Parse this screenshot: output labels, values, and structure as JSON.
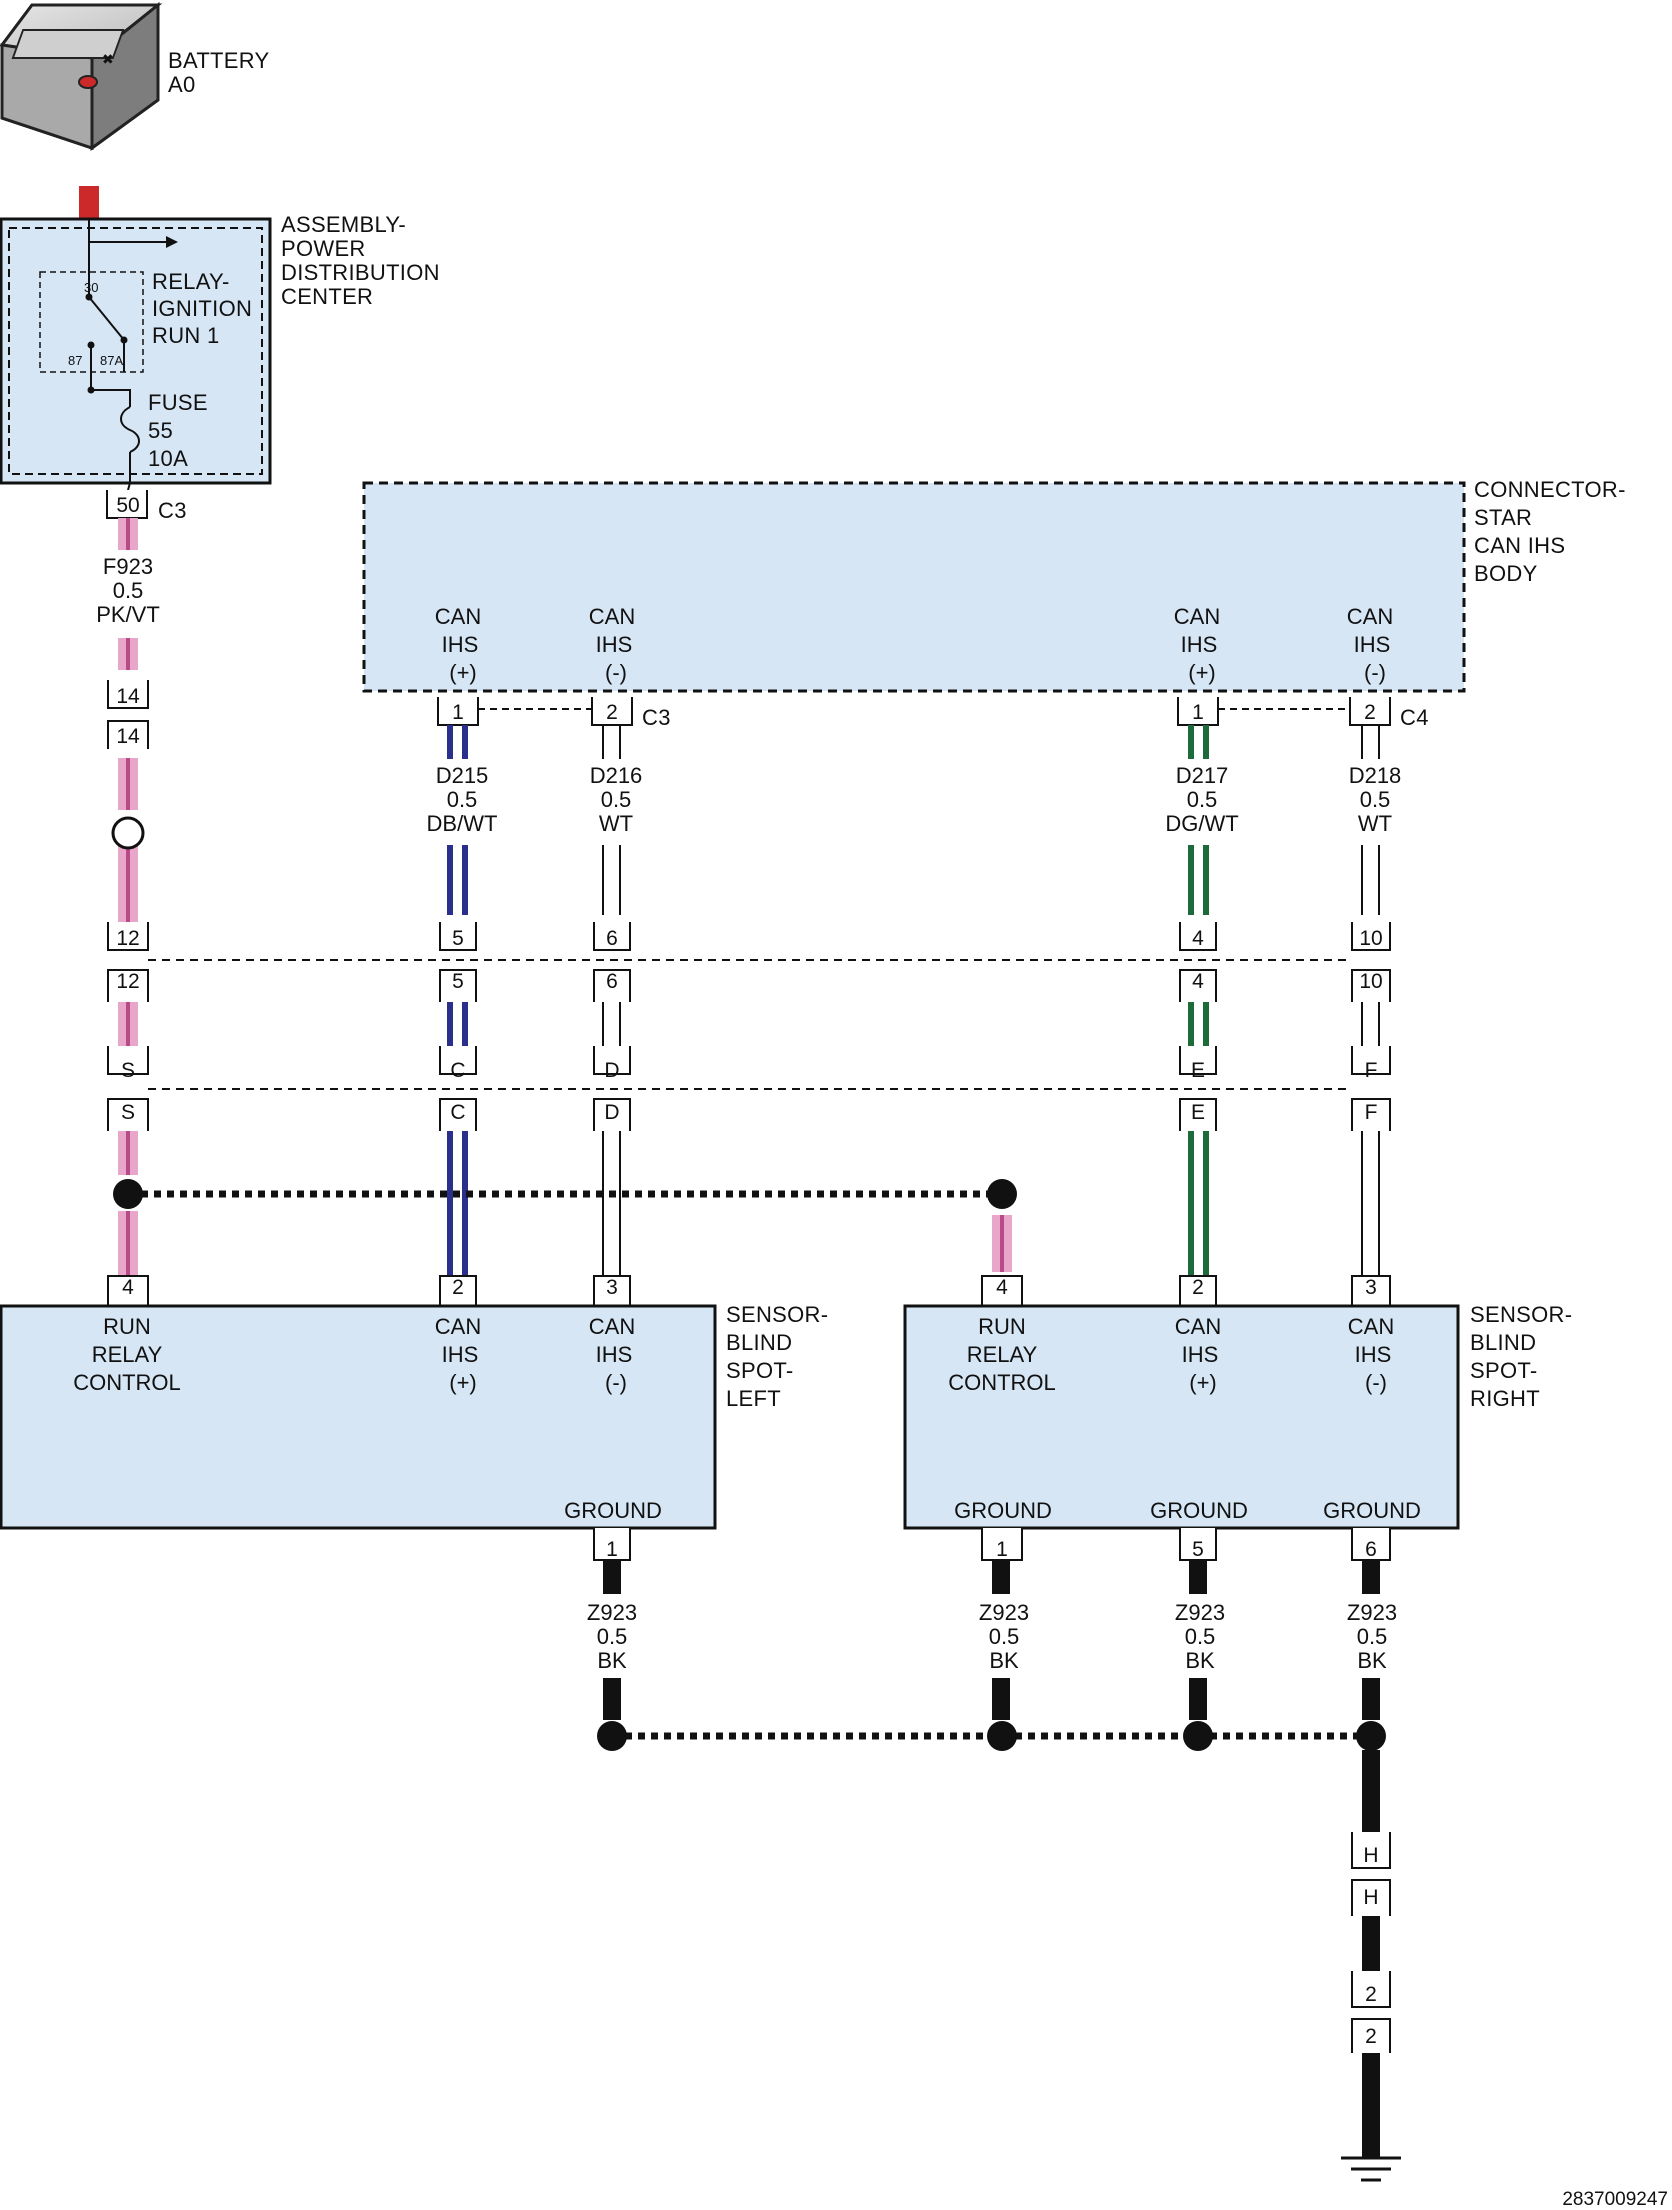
{
  "battery": {
    "name": "BATTERY",
    "code": "A0"
  },
  "pdc": {
    "title": [
      "ASSEMBLY-",
      "POWER",
      "DISTRIBUTION",
      "CENTER"
    ]
  },
  "relay": {
    "label": [
      "RELAY-",
      "IGNITION",
      "RUN 1"
    ],
    "pin30": "30",
    "pin87": "87",
    "pin87a": "87A"
  },
  "fuse": {
    "label": [
      "FUSE",
      "55",
      "10A"
    ]
  },
  "pdc_connector": {
    "pin": "50",
    "connector": "C3"
  },
  "wire_f923": {
    "circuit": "F923",
    "gauge": "0.5",
    "color": "PK/VT"
  },
  "star_connector": {
    "title": [
      "CONNECTOR-",
      "STAR",
      "CAN IHS",
      "BODY"
    ],
    "terminals": [
      {
        "label": [
          "CAN",
          "IHS",
          "(+)"
        ],
        "pin": "1"
      },
      {
        "label": [
          "CAN",
          "IHS",
          "(-)"
        ],
        "pin": "2"
      },
      {
        "label": [
          "CAN",
          "IHS",
          "(+)"
        ],
        "pin": "1"
      },
      {
        "label": [
          "CAN",
          "IHS",
          "(-)"
        ],
        "pin": "2"
      }
    ],
    "connector_left": "C3",
    "connector_right": "C4"
  },
  "wires_can": [
    {
      "circuit": "D215",
      "gauge": "0.5",
      "color": "DB/WT",
      "hex": "#2b2f8c"
    },
    {
      "circuit": "D216",
      "gauge": "0.5",
      "color": "WT",
      "hex": "#ffffff"
    },
    {
      "circuit": "D217",
      "gauge": "0.5",
      "color": "DG/WT",
      "hex": "#1d6b3a"
    },
    {
      "circuit": "D218",
      "gauge": "0.5",
      "color": "WT",
      "hex": "#ffffff"
    }
  ],
  "inline_row1": [
    "14",
    "14"
  ],
  "inline_row2": [
    "12",
    "5",
    "6",
    "4",
    "10"
  ],
  "inline_row3": [
    "S",
    "C",
    "D",
    "E",
    "F"
  ],
  "sensor_left": {
    "title": [
      "SENSOR-",
      "BLIND",
      "SPOT-",
      "LEFT"
    ],
    "terminals": [
      {
        "label": [
          "RUN",
          "RELAY",
          "CONTROL"
        ],
        "pin": "4"
      },
      {
        "label": [
          "CAN",
          "IHS",
          "(+)"
        ],
        "pin": "2"
      },
      {
        "label": [
          "CAN",
          "IHS",
          "(-)"
        ],
        "pin": "3"
      }
    ],
    "ground": {
      "label": "GROUND",
      "pin": "1"
    }
  },
  "sensor_right": {
    "title": [
      "SENSOR-",
      "BLIND",
      "SPOT-",
      "RIGHT"
    ],
    "terminals": [
      {
        "label": [
          "RUN",
          "RELAY",
          "CONTROL"
        ],
        "pin": "4"
      },
      {
        "label": [
          "CAN",
          "IHS",
          "(+)"
        ],
        "pin": "2"
      },
      {
        "label": [
          "CAN",
          "IHS",
          "(-)"
        ],
        "pin": "3"
      }
    ],
    "grounds": [
      {
        "label": "GROUND",
        "pin": "1"
      },
      {
        "label": "GROUND",
        "pin": "5"
      },
      {
        "label": "GROUND",
        "pin": "6"
      }
    ]
  },
  "wire_z923": {
    "circuit": "Z923",
    "gauge": "0.5",
    "color": "BK"
  },
  "ground_path": {
    "pins": [
      "H",
      "H",
      "2",
      "2"
    ]
  },
  "colors": {
    "box_fill": "#d6e6f5",
    "pink": "#e8a6c8",
    "pink_stripe": "#b84a8c",
    "battery_red": "#cc2a2a"
  },
  "doc_id": "2837009247"
}
